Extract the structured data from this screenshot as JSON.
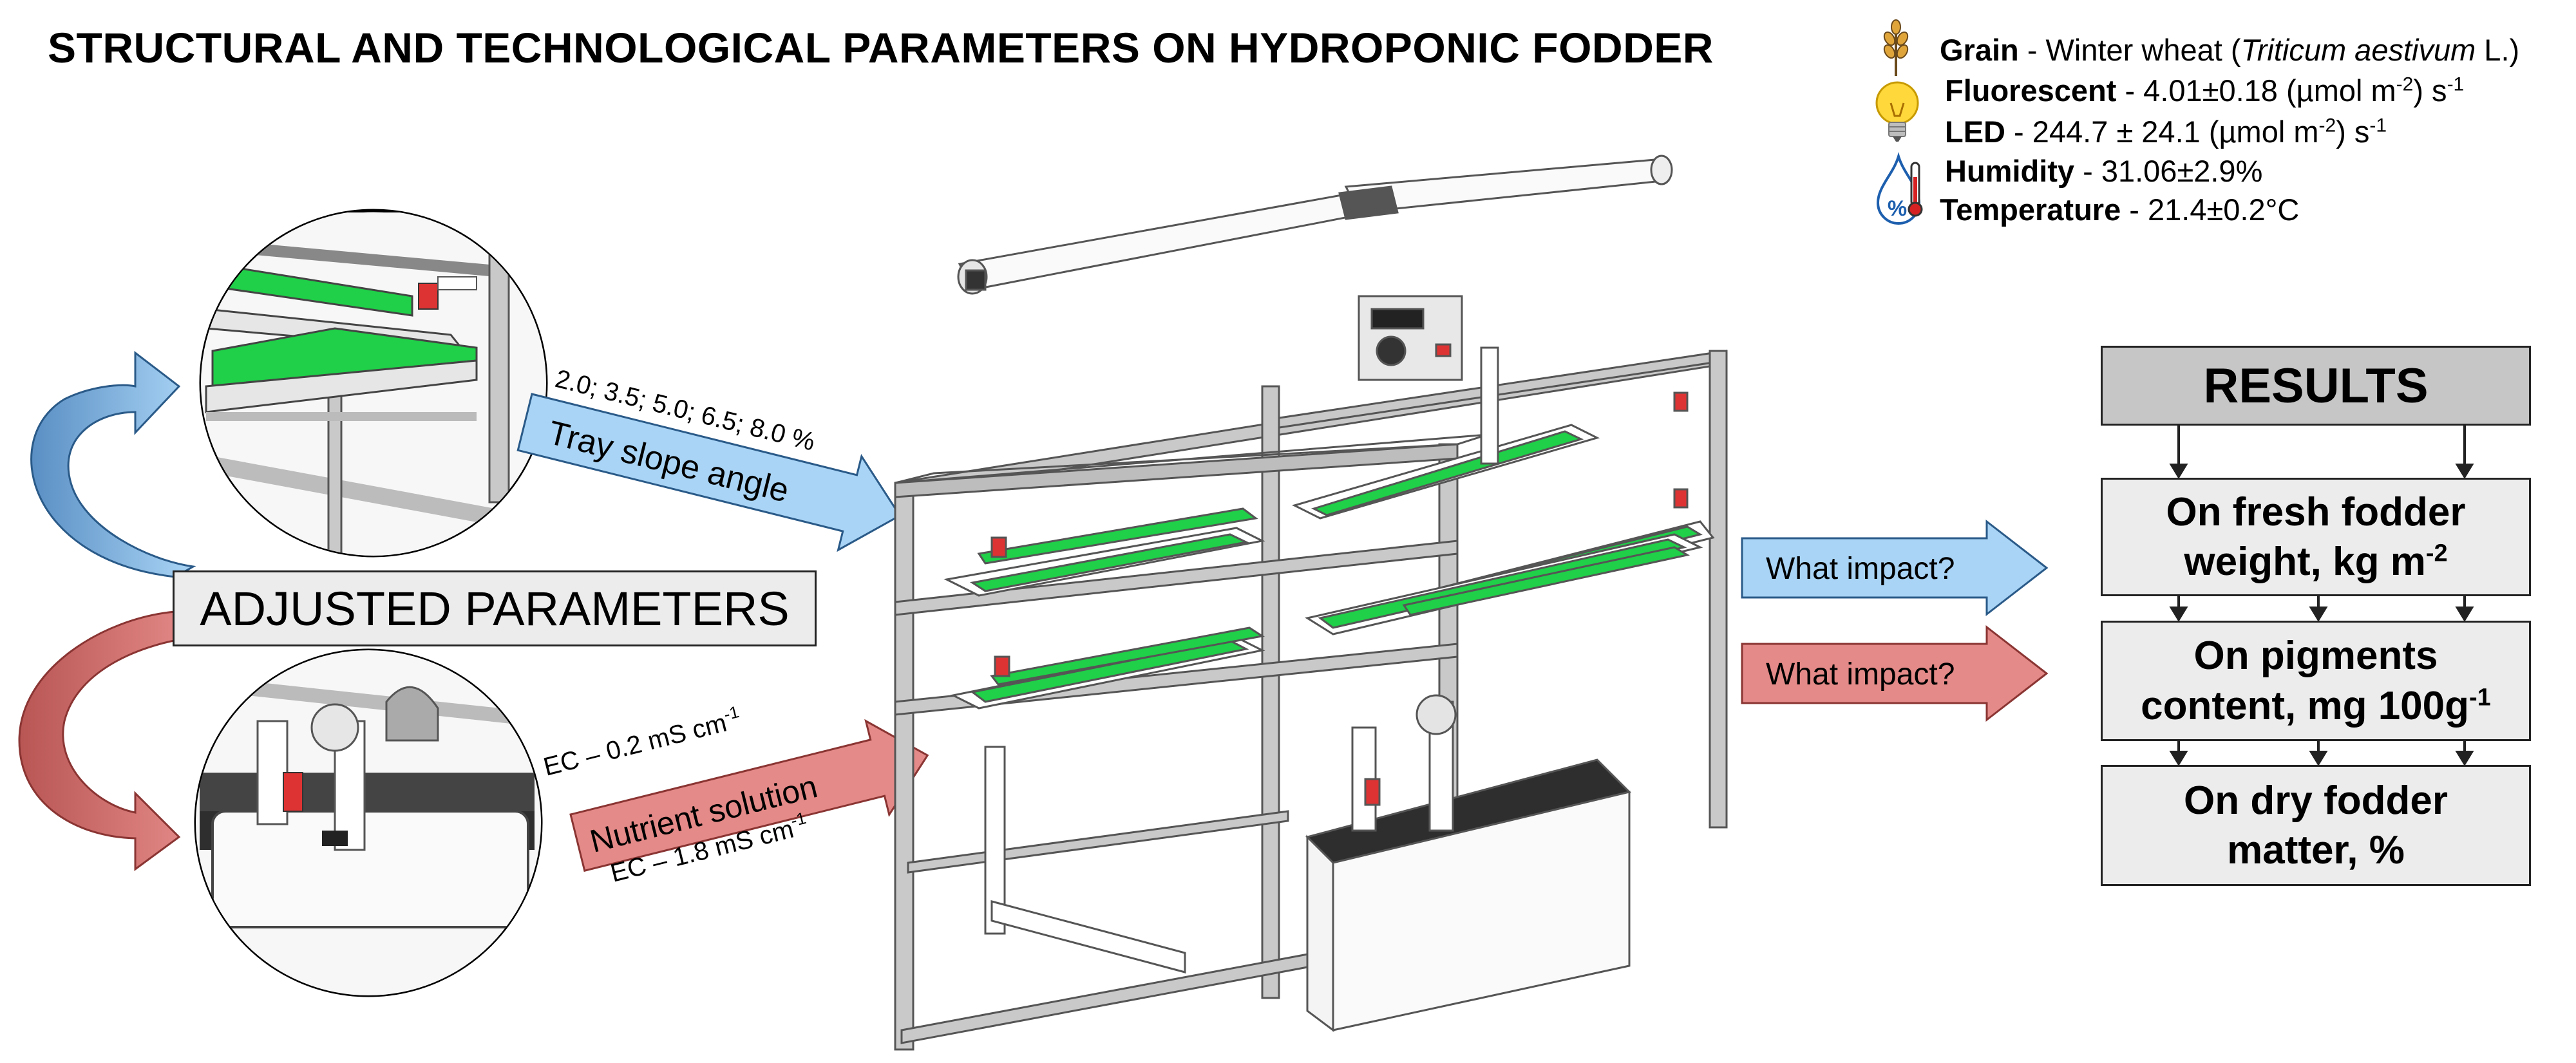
{
  "title": "STRUCTURAL AND TECHNOLOGICAL PARAMETERS ON HYDROPONIC FODDER",
  "conditions": {
    "grain": {
      "label": "Grain",
      "sep": " - Winter wheat (",
      "species": "Triticum aestivum",
      "suffix": " L.)"
    },
    "fluorescent": {
      "label": "Fluorescent",
      "value": " - 4.01±0.18 (µmol m",
      "exp": "-2",
      "tail": ") s",
      "exp2": "-1"
    },
    "led": {
      "label": "LED",
      "value": " - 244.7 ± 24.1 (µmol m",
      "exp": "-2",
      "tail": ") s",
      "exp2": "-1"
    },
    "humidity": {
      "label": "Humidity",
      "value": " - 31.06±2.9%"
    },
    "temperature": {
      "label": "Temperature",
      "value": " - 21.4±0.2°C"
    },
    "icons": [
      "wheat-icon",
      "light-bulb-icon",
      "humidity-thermometer-icon"
    ],
    "humidity_symbol": "%"
  },
  "adjusted_parameters": "ADJUSTED PARAMETERS",
  "tray_slope": {
    "values": "2.0; 3.5; 5.0; 6.5; 8.0 %",
    "label": "Tray slope angle"
  },
  "nutrient": {
    "ec_low": {
      "text": "EC – 0.2 mS cm",
      "exp": "-1"
    },
    "label": "Nutrient solution",
    "ec_high": {
      "text": "EC – 1.8 mS cm",
      "exp": "-1"
    }
  },
  "impact_blue": "What impact?",
  "impact_red": "What impact?",
  "results": {
    "header": "RESULTS",
    "fresh": {
      "line1": "On fresh fodder",
      "line2": "weight, kg m",
      "exp": "-2"
    },
    "pigments": {
      "line1": "On pigments",
      "line2": "content, mg 100g",
      "exp": "-1"
    },
    "dry": {
      "line1": "On dry fodder",
      "line2": "matter, %"
    }
  },
  "colors": {
    "blue_arrow": "#a9d4f5",
    "red_arrow": "#e48a88",
    "tray_green": "#1fd048",
    "frame_grey": "#c9c9c9",
    "result_header": "#c6c6c6",
    "result_box": "#ececec"
  }
}
